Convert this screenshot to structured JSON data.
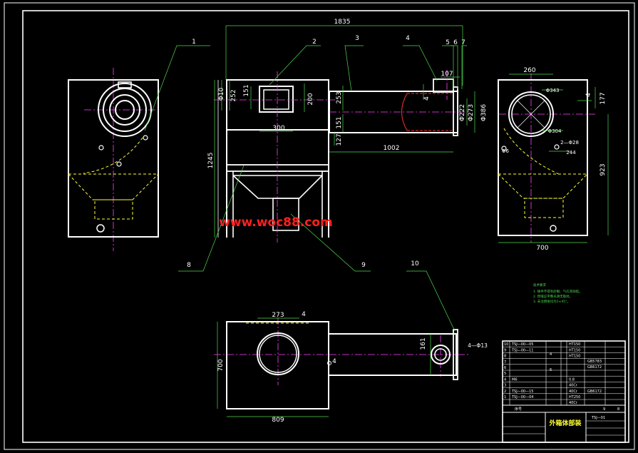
{
  "colors": {
    "background": "#000000",
    "outline": "#ffffff",
    "dimension": "#4fd84f",
    "centerline": "#ff40ff",
    "hidden": "#ffff33",
    "watermark": "#ff2020",
    "rebar": "#ff3030"
  },
  "watermark": "www.woc88.com",
  "balloons": [
    "1",
    "2",
    "3",
    "4",
    "5",
    "6",
    "7",
    "8",
    "9",
    "10"
  ],
  "dims": {
    "overall_length": "1835",
    "front_height": "1245",
    "d10": "Φ10",
    "d252": "252",
    "d151_top": "151",
    "d200": "200",
    "d300": "300",
    "d253": "253",
    "d151_side": "151",
    "d127": "127",
    "d1002": "1002",
    "d107": "107",
    "d4_top": "4",
    "d222": "Φ222",
    "d273": "Φ273",
    "d386": "Φ386",
    "r260": "260",
    "r343": "Φ343",
    "r304": "Φ304",
    "r4": "4",
    "r177": "177",
    "r228": "2—Φ28",
    "r244": "244",
    "r96": "Φ6",
    "r923": "923",
    "r700": "700",
    "p273": "273",
    "p4": "4",
    "p700": "700",
    "p4b": "4",
    "p161": "161",
    "p4d13": "4—Φ13",
    "p809": "809"
  },
  "notes": {
    "title": "技术要求",
    "lines": [
      "1. 铸件不得有砂眼、气孔等缺陷。",
      "2. 焊缝应平整光滑无裂纹。",
      "3. 未注倒角均为1×45°。"
    ]
  },
  "title_block": {
    "parts": [
      {
        "no": "10",
        "code": "TSJ—00—05",
        "mat": "HT150"
      },
      {
        "no": "9",
        "code": "TSJ—00—11",
        "mat": "HT150"
      },
      {
        "no": "8",
        "code": "",
        "mat": "HT150"
      },
      {
        "no": "7",
        "code": "",
        "mat": ""
      },
      {
        "no": "6",
        "code": "",
        "mat": ""
      },
      {
        "no": "5",
        "code": "",
        "mat": ""
      },
      {
        "no": "4",
        "code": "M6",
        "mat": "0.8"
      },
      {
        "no": "3",
        "code": "",
        "mat": "40Cr"
      },
      {
        "no": "2",
        "code": "TSJ—00—15",
        "mat": "40Cr"
      },
      {
        "no": "1",
        "code": "TSJ—00—04",
        "mat": "HT250"
      },
      {
        "no": "",
        "code": "",
        "mat": "40Cr"
      }
    ],
    "qty": "4",
    "qty6": "6",
    "std1": "GB5783",
    "std2": "GB6172",
    "std3": "GB6172",
    "page_a": "9",
    "page_b": "8",
    "label_bl": "序号",
    "drawing_title": "外箱体部装",
    "drawing_code": "TSJ—01"
  }
}
